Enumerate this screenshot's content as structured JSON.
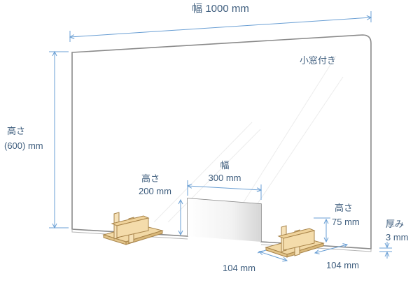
{
  "figure": {
    "total_width": {
      "label": "幅 1000 mm"
    },
    "total_height": {
      "label_line1": "高さ",
      "label_line2": "(600) mm"
    },
    "window_feature": {
      "label": "小窓付き"
    },
    "window_width": {
      "label_line1": "幅",
      "label_line2": "300 mm"
    },
    "window_height": {
      "label_line1": "高さ",
      "label_line2": "200 mm"
    },
    "stand_height": {
      "label_line1": "高さ",
      "label_line2": "75 mm"
    },
    "thickness": {
      "label_line1": "厚み",
      "label_line2": "3 mm"
    },
    "stand_depth_left": {
      "label": "104 mm"
    },
    "stand_depth_right": {
      "label": "104 mm"
    },
    "colors": {
      "dimension_line": "#6a9fd4",
      "label_text": "#3f5e7e",
      "panel_edge": "#8a8a8a",
      "stand_fill": "#f2d9a6",
      "stand_edge": "#a8844a"
    }
  }
}
